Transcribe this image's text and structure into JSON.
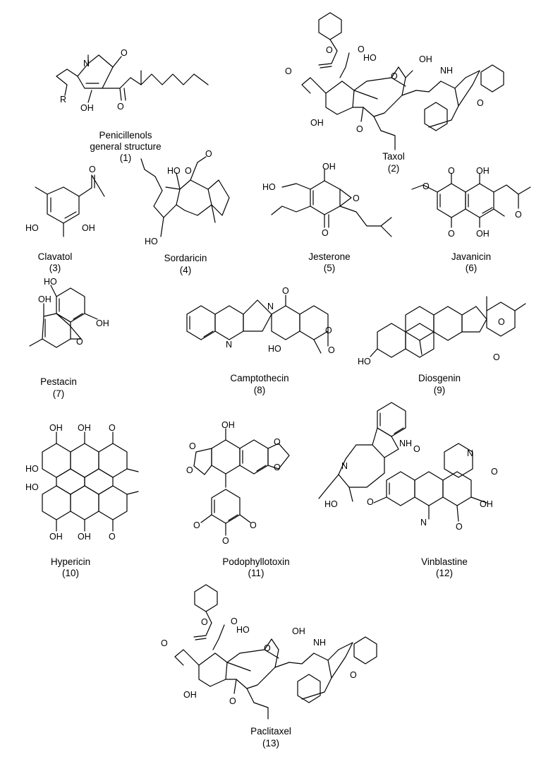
{
  "compounds": [
    {
      "id": "1",
      "name": "Penicillenols",
      "name_line2": "general structure",
      "number": "(1)"
    },
    {
      "id": "2",
      "name": "Taxol",
      "number": "(2)"
    },
    {
      "id": "3",
      "name": "Clavatol",
      "number": "(3)"
    },
    {
      "id": "4",
      "name": "Sordaricin",
      "number": "(4)"
    },
    {
      "id": "5",
      "name": "Jesterone",
      "number": "(5)"
    },
    {
      "id": "6",
      "name": "Javanicin",
      "number": "(6)"
    },
    {
      "id": "7",
      "name": "Pestacin",
      "number": "(7)"
    },
    {
      "id": "8",
      "name": "Camptothecin",
      "number": "(8)"
    },
    {
      "id": "9",
      "name": "Diosgenin",
      "number": "(9)"
    },
    {
      "id": "10",
      "name": "Hypericin",
      "number": "(10)"
    },
    {
      "id": "11",
      "name": "Podophyllotoxin",
      "number": "(11)"
    },
    {
      "id": "12",
      "name": "Vinblastine",
      "number": "(12)"
    },
    {
      "id": "13",
      "name": "Paclitaxel",
      "number": "(13)"
    }
  ],
  "atom_labels": {
    "O": "O",
    "OH": "OH",
    "HO": "HO",
    "N": "N",
    "NH": "NH",
    "R": "R"
  }
}
